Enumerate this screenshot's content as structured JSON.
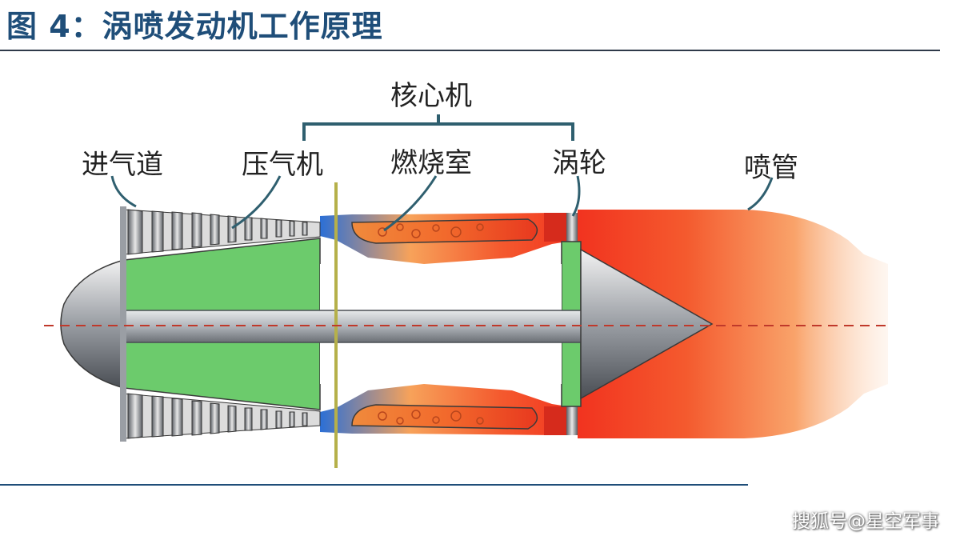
{
  "title": "图 4：涡喷发动机工作原理",
  "labels": {
    "core": "核心机",
    "inlet": "进气道",
    "compressor": "压气机",
    "combustor": "燃烧室",
    "turbine": "涡轮",
    "nozzle": "喷管"
  },
  "watermark": "搜狐号@星空军事",
  "colors": {
    "title": "#1f4e79",
    "rotor_green": "#6ccb6c",
    "shaft_gray": "#b8bcc2",
    "flame_red": "#f2331f",
    "flame_orange": "#f7a25a",
    "combustor_blue": "#2b6fd6",
    "centerline": "#c0392b"
  }
}
